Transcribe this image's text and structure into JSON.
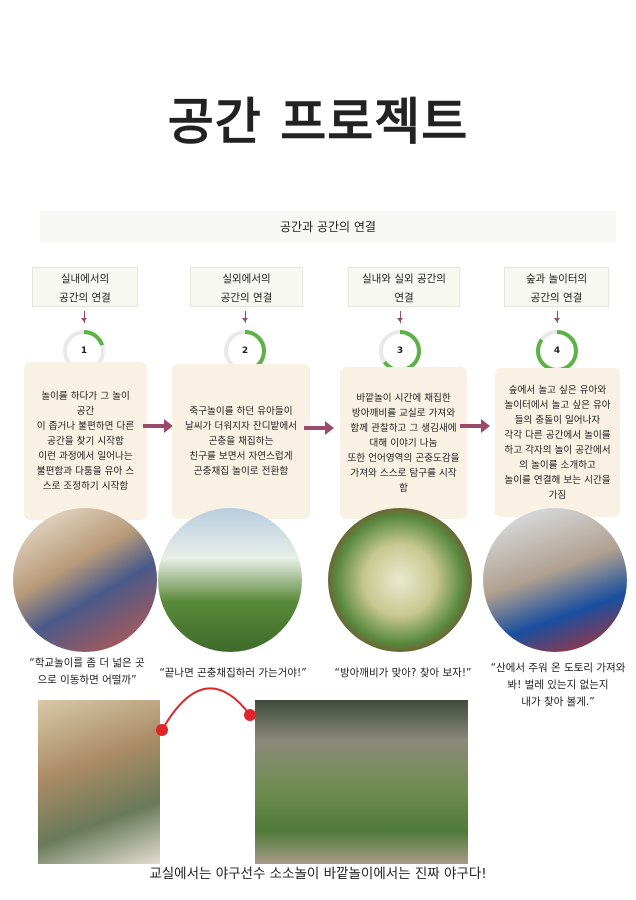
{
  "title": "공간 프로젝트",
  "banner": "공간과 공간의 연결",
  "steps": [
    {
      "label": "실내에서의\n공간의 연결",
      "number": "1",
      "progress": 0.2,
      "text": "놀이를 하다가 그 놀이\n공간\n이 좁거나 불편하면 다른\n공간을 찾기 시작함\n이런 과정에서 일어나는\n불편함과 다툼을 유아 스\n스로 조정하기 시작함",
      "quote": "“학교놀이를 좀 더 넓은 곳\n으로 이동하면 어떨까”"
    },
    {
      "label": "실외에서의\n공간의 연결",
      "number": "2",
      "progress": 0.45,
      "text": "축구놀이를 하던 유아들이\n날씨가 더워지자 잔디밭에서\n곤충을 채집하는\n친구를 보면서 자연스럽게\n곤충채집 놀이로 전환함",
      "quote": "“끝나면 곤충채집하러 가는거야!”"
    },
    {
      "label": "실내와 실외 공간의\n연결",
      "number": "3",
      "progress": 0.65,
      "text": "바깥놀이 시간에 채집한\n방아깨비를 교실로 가져와\n함께 관찰하고 그 생김새에\n대해 이야기 나눔\n또한 언어영역의 곤충도감을\n가져와 스스로 탐구를 시작함",
      "quote": "“방아깨비가  맞아? 찾아 보자!”"
    },
    {
      "label": "숲과  놀이터의\n공간의  연결",
      "number": "4",
      "progress": 0.85,
      "text": "숲에서 놀고 싶은 유아와\n놀이터에서 놀고 싶은 유아\n들의 충돌이 일어나자\n각각 다른 공간에서 놀이를\n하고 각자의 놀이 공간에서\n의 놀이를 소개하고\n놀이를 연결해 보는 시간을\n가짐",
      "quote": "“산에서 주워 온 도토리 가져와\n봐! 벌레 있는지 없는지\n내가 찾아 볼게.”"
    }
  ],
  "caption": "교실에서는 야구선수 소소놀이 바깥놀이에서는 진짜 야구다!",
  "colors": {
    "ring": "#5cb247",
    "arrow": "#9a4a6a",
    "card": "#f8f1e4",
    "connector": "#e0262b"
  }
}
